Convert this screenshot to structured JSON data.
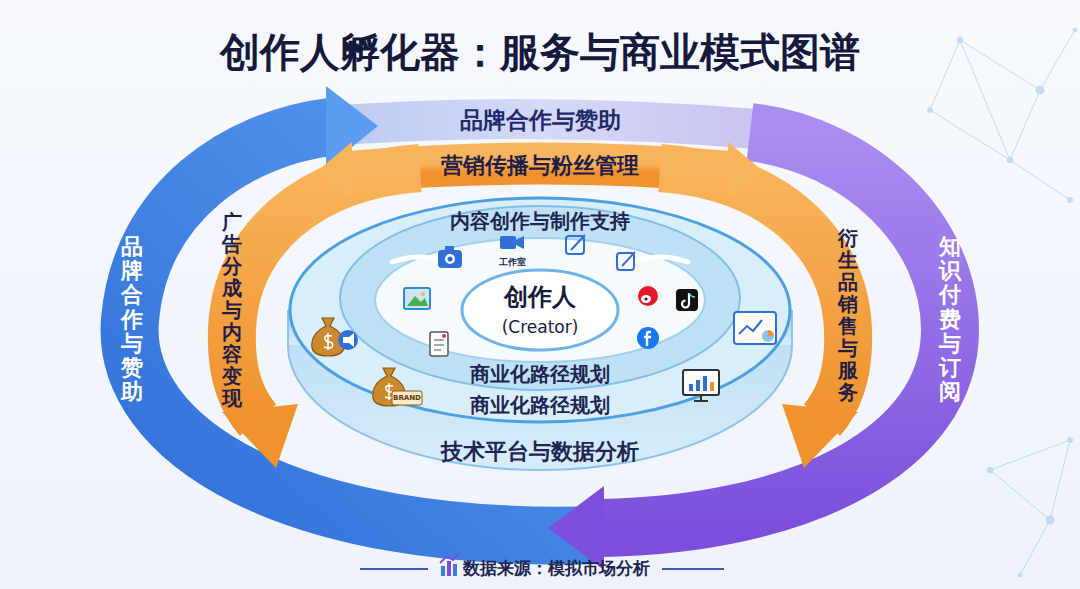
{
  "diagram": {
    "title": "创作人孵化器：服务与商业模式图谱",
    "caption": "数据来源：模拟市场分析",
    "nodes": [
      {
        "text": [
          "品牌合作与赞助"
        ]
      },
      {
        "text": [
          "营销传播与粉丝管理"
        ]
      },
      {
        "text": [
          "品牌合作与赞助"
        ]
      },
      {
        "text": [
          "广告分成与内容变现"
        ]
      },
      {
        "text": [
          "衍生品销售与服务"
        ]
      },
      {
        "text": [
          "知识付费与订阅"
        ]
      },
      {
        "text": [
          "技术平台与数据分析"
        ]
      },
      {
        "text": [
          "商业化路径规划"
        ],
        "in": 6
      },
      {
        "text": [
          "内容创作与制作支持",
          "商业化路径规划"
        ],
        "in": 7
      },
      {
        "text": [
          "创作人",
          "(Creator)"
        ],
        "in": 8
      }
    ],
    "labels": [
      "工作室",
      "BRAND"
    ]
  }
}
